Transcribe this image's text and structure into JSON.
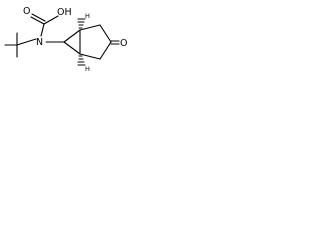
{
  "molecule": {
    "atoms": {
      "carbamate_oxygen_top": "O",
      "carbamate_hydroxyl": "OH",
      "amide_nitrogen": "N",
      "stereo_center_upper": "H",
      "stereo_center_lower": "H",
      "ketone_oxygen": "O"
    }
  }
}
